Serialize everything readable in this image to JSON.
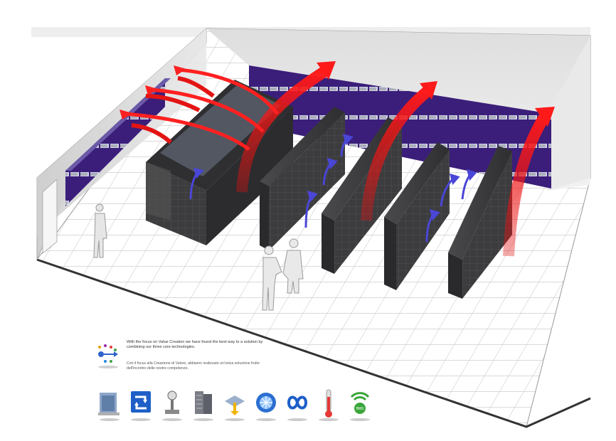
{
  "caption": {
    "text_en": "With the focus on Value Creation we have found the best way to a solution by combining our three core technologies.",
    "text_it": "Con il focus alla Creazione di Valore, abbiamo realizzato un'unica soluzione frutto dell'incontro delle nostre competenze."
  },
  "icons": [
    "server-room-icon",
    "cycle-arrows-icon",
    "scale-icon",
    "server-rack-icon",
    "raised-floor-icon",
    "fan-disk-icon",
    "infinity-loop-icon",
    "thermometer-icon",
    "wireless-bms-icon"
  ],
  "badge_text": "BMS",
  "colors": {
    "hot_air": "#e10f0f",
    "cold_air": "#4a46d6",
    "crac_unit": "#3b1e7a",
    "rack": "#3a3a3c",
    "floor_grid": "#c9c9c9"
  }
}
